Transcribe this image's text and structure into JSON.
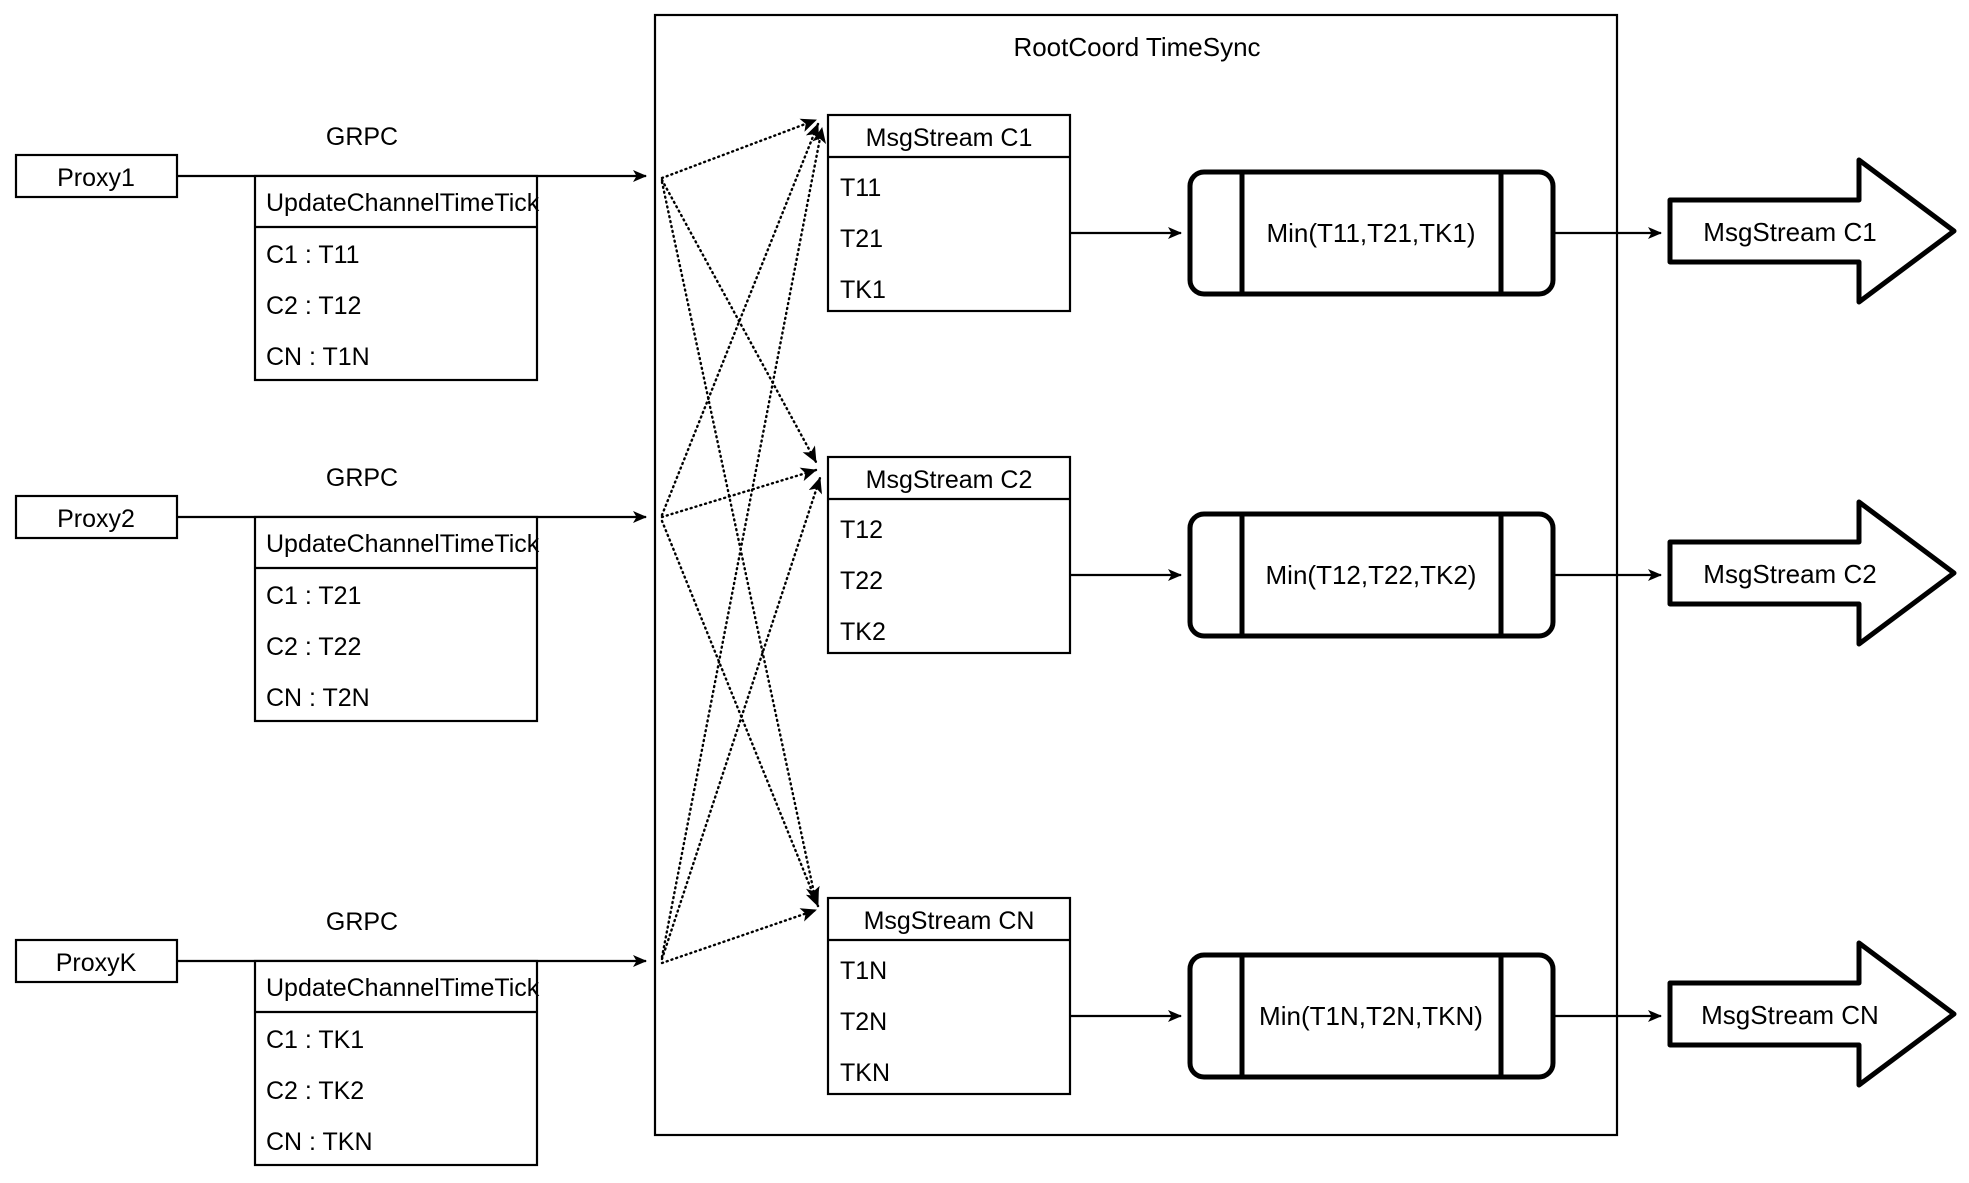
{
  "diagram": {
    "container": {
      "title": "RootCoord TimeSync"
    },
    "proxies": [
      {
        "name": "Proxy1",
        "link_label": "GRPC",
        "request": {
          "title": "UpdateChannelTimeTick",
          "rows": [
            "C1 :  T11",
            "C2 :  T12",
            "CN : T1N"
          ]
        }
      },
      {
        "name": "Proxy2",
        "link_label": "GRPC",
        "request": {
          "title": "UpdateChannelTimeTick",
          "rows": [
            "C1 :  T21",
            "C2 :  T22",
            "CN : T2N"
          ]
        }
      },
      {
        "name": "ProxyK",
        "link_label": "GRPC",
        "request": {
          "title": "UpdateChannelTimeTick",
          "rows": [
            "C1 :  TK1",
            "C2 :  TK2",
            "CN : TKN"
          ]
        }
      }
    ],
    "channels": [
      {
        "stream": {
          "title": "MsgStream C1",
          "rows": [
            "T11",
            "T21",
            "TK1"
          ]
        },
        "process": "Min(T11,T21,TK1)",
        "output": "MsgStream C1"
      },
      {
        "stream": {
          "title": "MsgStream C2",
          "rows": [
            "T12",
            "T22",
            "TK2"
          ]
        },
        "process": "Min(T12,T22,TK2)",
        "output": "MsgStream C2"
      },
      {
        "stream": {
          "title": "MsgStream CN",
          "rows": [
            "T1N",
            "T2N",
            "TKN"
          ]
        },
        "process": "Min(T1N,T2N,TKN)",
        "output": "MsgStream CN"
      }
    ],
    "colors": {
      "stroke": "#000000",
      "background": "#ffffff"
    }
  }
}
